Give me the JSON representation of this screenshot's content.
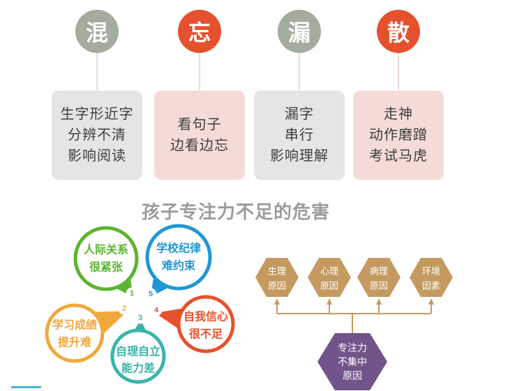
{
  "symptoms": [
    {
      "char": "混",
      "circle_color": "#a3ac9e",
      "line_color": "#dededb",
      "box_color": "#e6e5e4",
      "lines": [
        "生字形近字",
        "分辨不清",
        "影响阅读"
      ]
    },
    {
      "char": "忘",
      "circle_color": "#e5512e",
      "line_color": "#f3d7d3",
      "box_color": "#f5dbd7",
      "lines": [
        "看句子",
        "边看边忘"
      ]
    },
    {
      "char": "漏",
      "circle_color": "#a3ac9e",
      "line_color": "#dededb",
      "box_color": "#e6e5e4",
      "lines": [
        "漏字",
        "串行",
        "影响理解"
      ]
    },
    {
      "char": "散",
      "circle_color": "#e5512e",
      "line_color": "#f3d7d3",
      "box_color": "#f5dbd7",
      "lines": [
        "走神",
        "动作磨蹭",
        "考试马虎"
      ]
    }
  ],
  "title": {
    "text": "孩子专注力不足的危害",
    "color": "#9c9c9c"
  },
  "harms": {
    "petals": [
      {
        "num": "1",
        "color": "#5cb431",
        "line1": "人际关系",
        "line2": "很紧张"
      },
      {
        "num": "5",
        "color": "#2196d5",
        "line1": "学校纪律",
        "line2": "难约束"
      },
      {
        "num": "2",
        "color": "#f1a83b",
        "line1": "学习成绩",
        "line2": "提升难"
      },
      {
        "num": "4",
        "color": "#e7512c",
        "line1": "自我信心",
        "line2": "很不足"
      },
      {
        "num": "3",
        "color": "#3ab4aa",
        "line1": "自理自立",
        "line2": "能力差"
      }
    ]
  },
  "causes": {
    "hex_color": "#c49a61",
    "line_color": "#c49a61",
    "hexagons": [
      {
        "line1": "生理",
        "line2": "原因"
      },
      {
        "line1": "心理",
        "line2": "原因"
      },
      {
        "line1": "病理",
        "line2": "原因"
      },
      {
        "line1": "环境",
        "line2": "因素"
      }
    ],
    "center": {
      "color": "#72548a",
      "line1": "专注力",
      "line2": "不集中",
      "line3": "原因"
    }
  },
  "footer": {
    "line_color": "#45b2e2"
  }
}
